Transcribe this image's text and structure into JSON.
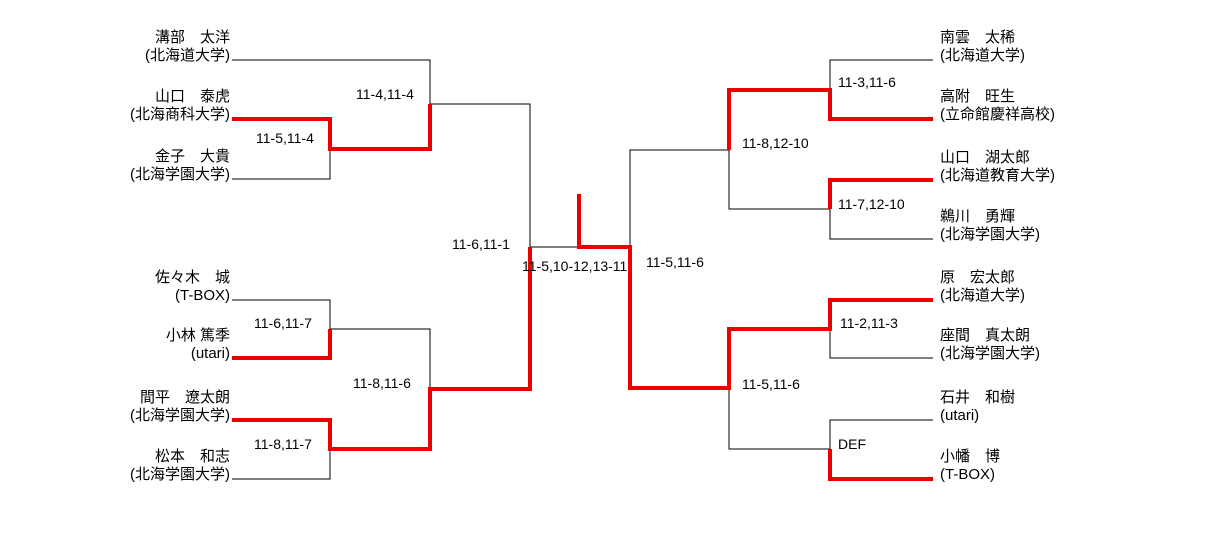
{
  "tournament": {
    "colors": {
      "winner_path": "#ee0000",
      "line": "#000000",
      "background": "#ffffff"
    },
    "left": [
      {
        "name": "溝部　太洋",
        "affiliation": "(北海道大学)"
      },
      {
        "name": "山口　泰虎",
        "affiliation": "(北海商科大学)"
      },
      {
        "name": "金子　大貴",
        "affiliation": "(北海学園大学)"
      },
      {
        "name": "佐々木　城",
        "affiliation": "(T-BOX)"
      },
      {
        "name": "小林 篤季",
        "affiliation": "(utari)"
      },
      {
        "name": "間平　遼太朗",
        "affiliation": "(北海学園大学)"
      },
      {
        "name": "松本　和志",
        "affiliation": "(北海学園大学)"
      }
    ],
    "right": [
      {
        "name": "南雲　太稀",
        "affiliation": "(北海道大学)"
      },
      {
        "name": "高附　旺生",
        "affiliation": "(立命館慶祥高校)"
      },
      {
        "name": "山口　湖太郎",
        "affiliation": "(北海道教育大学)"
      },
      {
        "name": "鵜川　勇輝",
        "affiliation": "(北海学園大学)"
      },
      {
        "name": "原　宏太郎",
        "affiliation": "(北海道大学)"
      },
      {
        "name": "座間　真太朗",
        "affiliation": "(北海学園大学)"
      },
      {
        "name": "石井　和樹",
        "affiliation": "(utari)"
      },
      {
        "name": "小幡　博",
        "affiliation": "(T-BOX)"
      }
    ],
    "scores": {
      "left_r1_top": "11-5,11-4",
      "left_qf_top": "11-4,11-4",
      "left_r1_mid": "11-6,11-7",
      "left_qf_bot": "11-8,11-6",
      "left_r1_bot": "11-8,11-7",
      "left_semifinal": "11-6,11-1",
      "final": "11-5,10-12,13-11",
      "right_semifinal": "11-5,11-6",
      "right_r1_1": "11-3,11-6",
      "right_qf_top": "11-8,12-10",
      "right_r1_2": "11-7,12-10",
      "right_r1_3": "11-2,11-3",
      "right_qf_bot": "11-5,11-6",
      "right_r1_4": "DEF"
    }
  }
}
